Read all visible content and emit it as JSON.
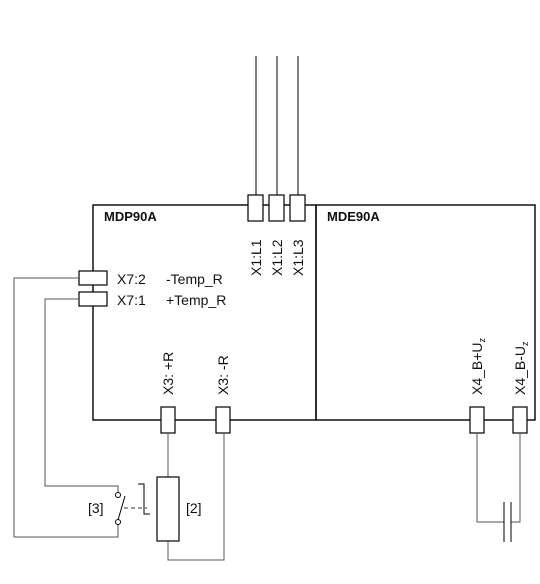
{
  "modules": {
    "left": "MDP90A",
    "right": "MDE90A"
  },
  "terminals": {
    "x1_l1": "X1:L1",
    "x1_l2": "X1:L2",
    "x1_l3": "X1:L3",
    "x7_2": "X7:2",
    "x7_2_signal": "-Temp_R",
    "x7_1": "X7:1",
    "x7_1_signal": "+Temp_R",
    "x3_plus": "X3: +R",
    "x3_minus": "X3: -R",
    "x4_plus_main": "X4_B+U",
    "x4_plus_sub": "z",
    "x4_minus_main": "X4_B-U",
    "x4_minus_sub": "z"
  },
  "components": {
    "brake_resistor": "[2]",
    "thermal_switch": "[3]"
  }
}
